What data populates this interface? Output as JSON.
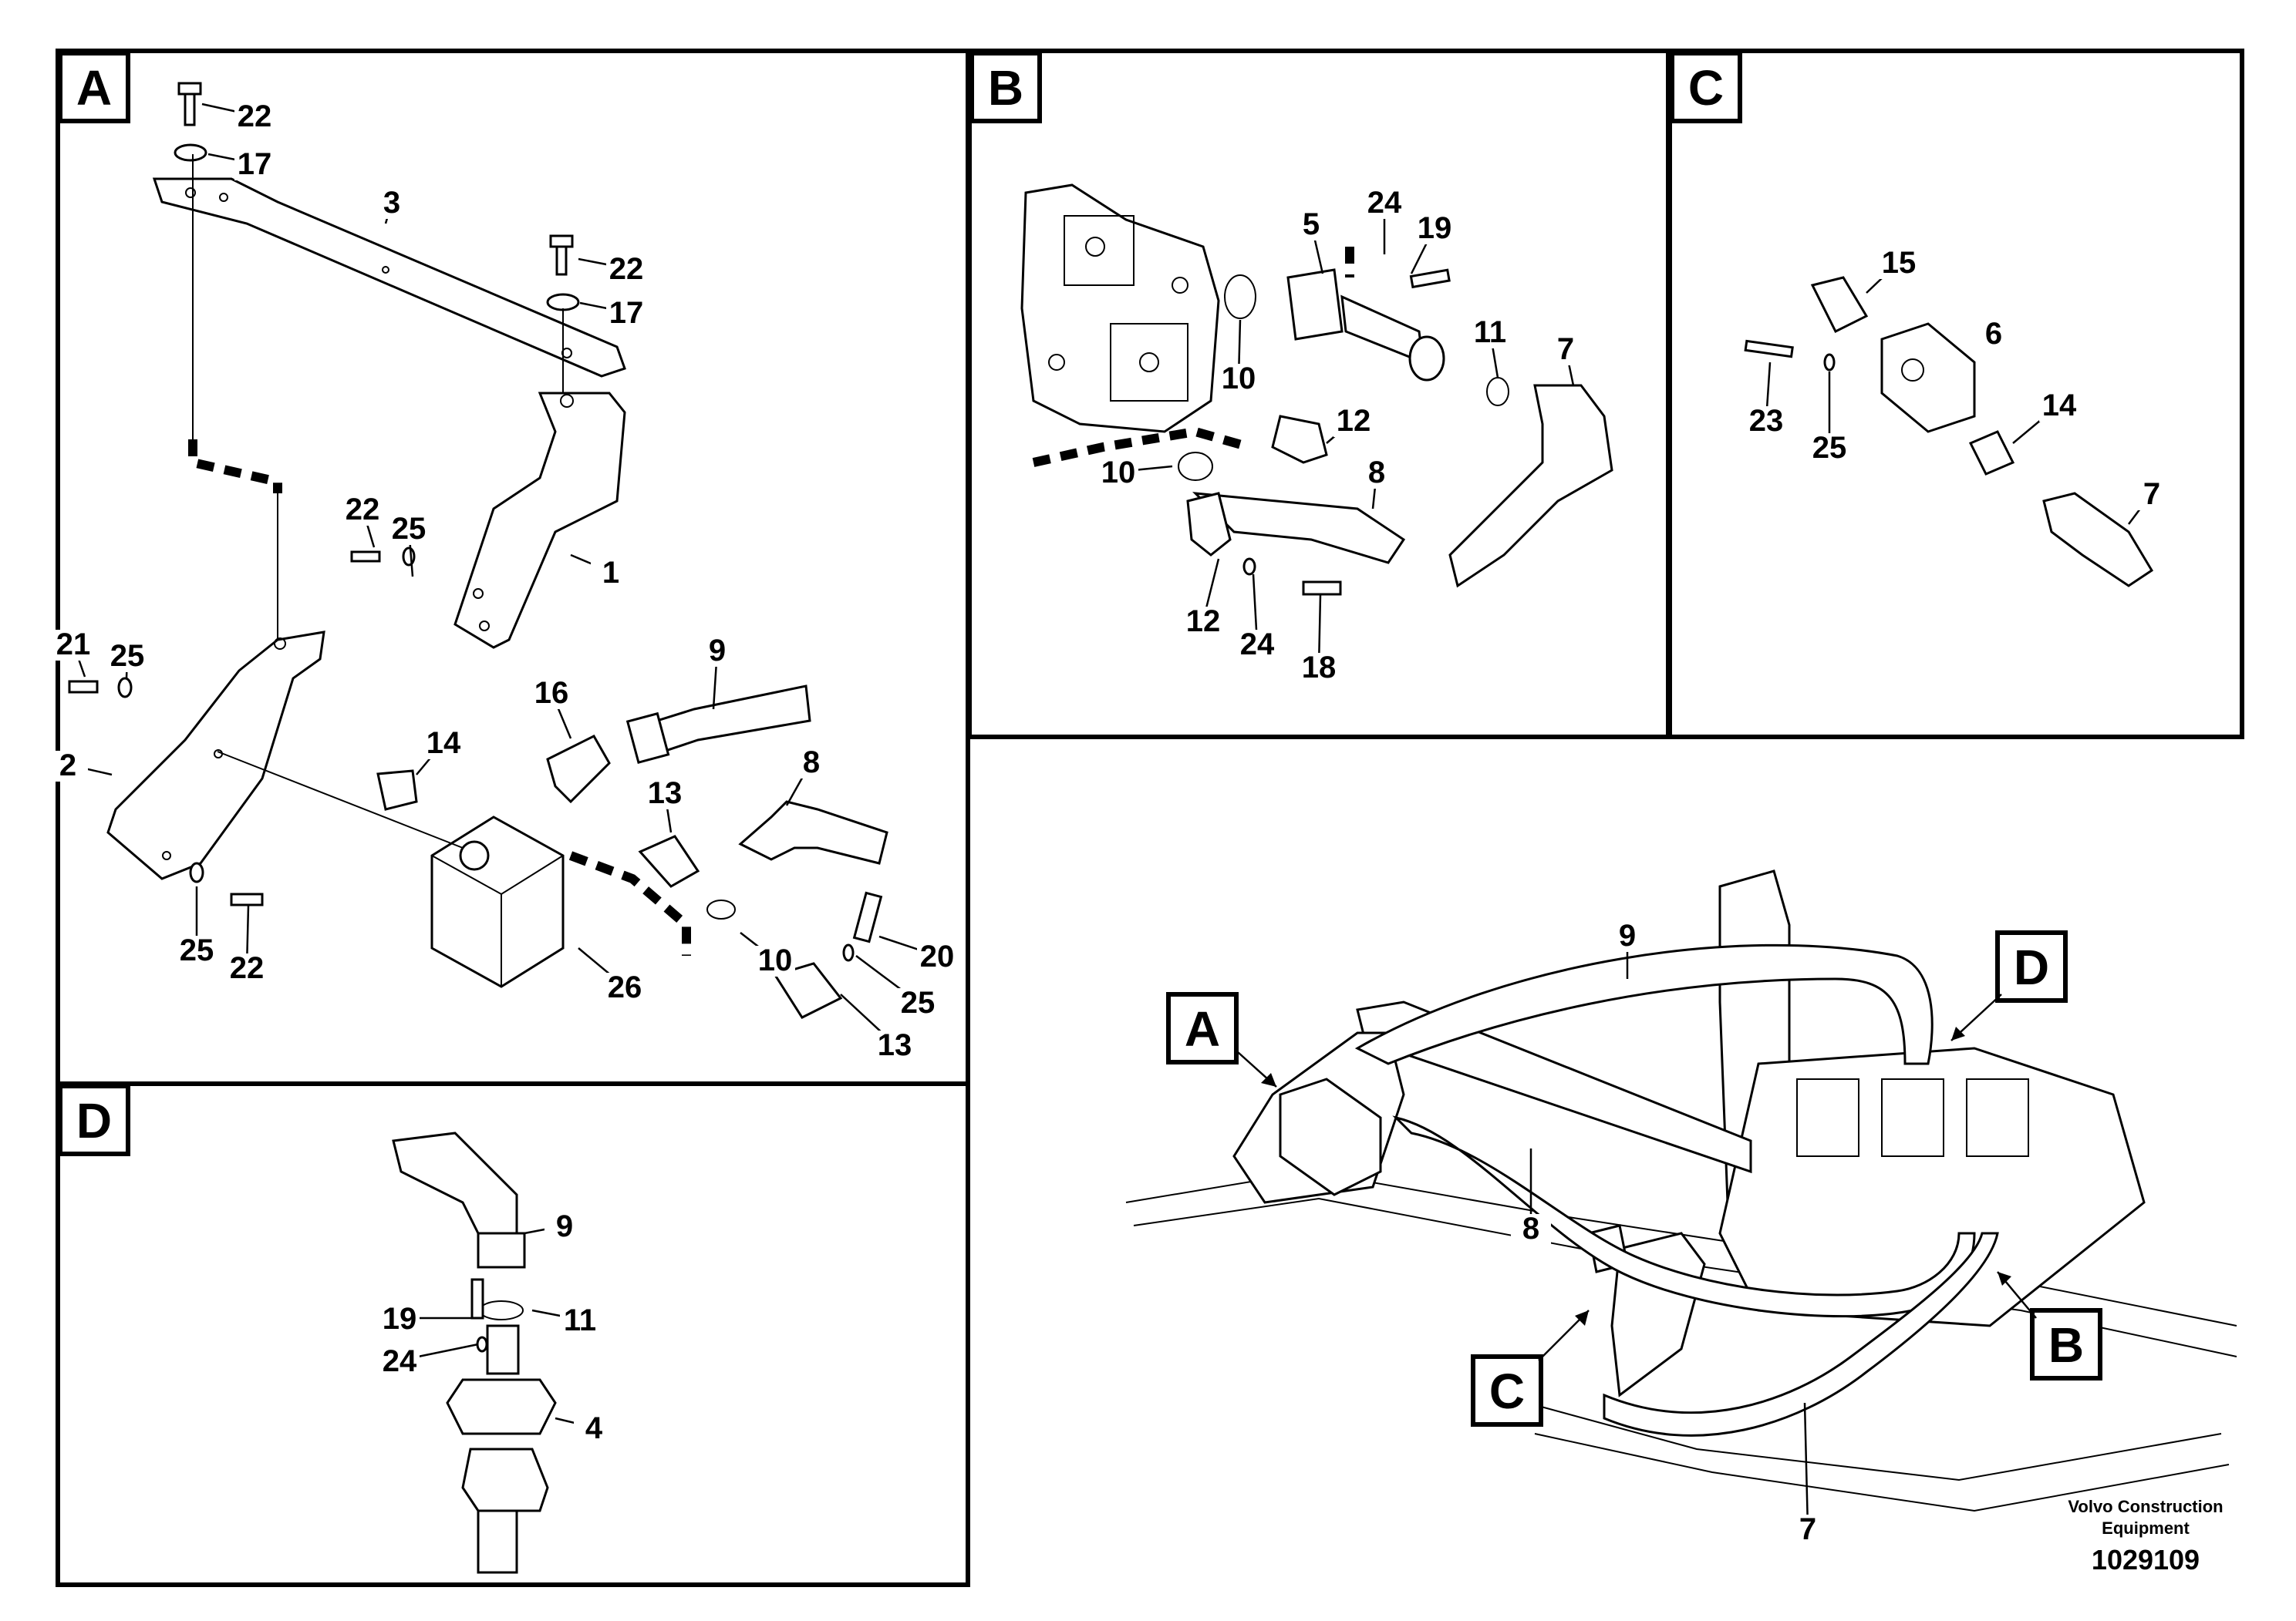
{
  "panels": {
    "A": {
      "label": "A"
    },
    "B": {
      "label": "B"
    },
    "C": {
      "label": "C"
    },
    "D": {
      "label": "D"
    }
  },
  "overview_labels": {
    "A": "A",
    "B": "B",
    "C": "C",
    "D": "D"
  },
  "callouts": {
    "A": [
      "22",
      "17",
      "3",
      "22",
      "17",
      "22",
      "25",
      "1",
      "21",
      "25",
      "2",
      "9",
      "16",
      "14",
      "13",
      "8",
      "10",
      "20",
      "25",
      "13",
      "25",
      "22",
      "26"
    ],
    "B": [
      "24",
      "19",
      "5",
      "10",
      "11",
      "7",
      "12",
      "10",
      "8",
      "12",
      "24",
      "18"
    ],
    "C": [
      "15",
      "6",
      "23",
      "25",
      "14",
      "7"
    ],
    "D": [
      "9",
      "19",
      "11",
      "24",
      "4"
    ],
    "overview": [
      "9",
      "8",
      "7"
    ]
  },
  "footer": {
    "brand_line1": "Volvo Construction",
    "brand_line2": "Equipment",
    "doc_number": "1029109"
  }
}
